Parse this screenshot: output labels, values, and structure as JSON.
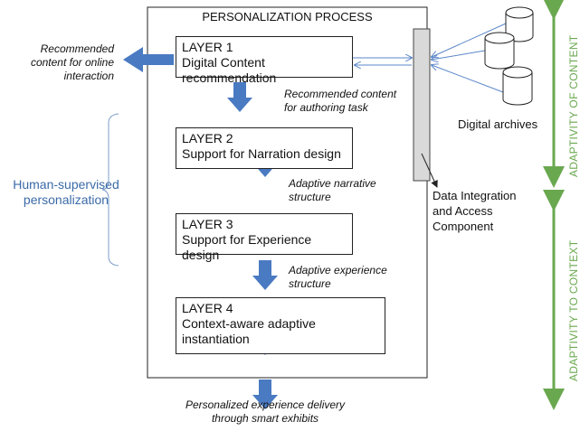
{
  "process_title": "PERSONALIZATION PROCESS",
  "layers": [
    {
      "title": "LAYER 1",
      "line1": "Digital Content recommendation",
      "line2": ""
    },
    {
      "title": "LAYER 2",
      "line1": "Support for Narration design",
      "line2": ""
    },
    {
      "title": "LAYER 3",
      "line1": "Support for Experience design",
      "line2": ""
    },
    {
      "title": "LAYER 4",
      "line1": "Context-aware adaptive",
      "line2": "instantiation"
    }
  ],
  "flow_labels": {
    "after_layer1": [
      "Recommended content",
      "for authoring task"
    ],
    "after_layer2": [
      "Adaptive narrative",
      "structure"
    ],
    "after_layer3": [
      "Adaptive experience",
      "structure"
    ],
    "final_output": [
      "Personalized experience delivery",
      "through smart exhibits"
    ]
  },
  "left_output": [
    "Recommended",
    "content for online",
    "interaction"
  ],
  "human_supervised": [
    "Human-supervised",
    "personalization"
  ],
  "data_integration": [
    "Data Integration",
    "and Access",
    "Component"
  ],
  "digital_archives": "Digital archives",
  "side_axes": {
    "content": "ADAPTIVITY OF CONTENT",
    "context": "ADAPTIVITY TO CONTEXT"
  },
  "colors": {
    "arrow_blue": "#4a7ac2",
    "green": "#6aa84f",
    "label_blue": "#3b6aa8",
    "component_gray": "#d9d9d9"
  }
}
